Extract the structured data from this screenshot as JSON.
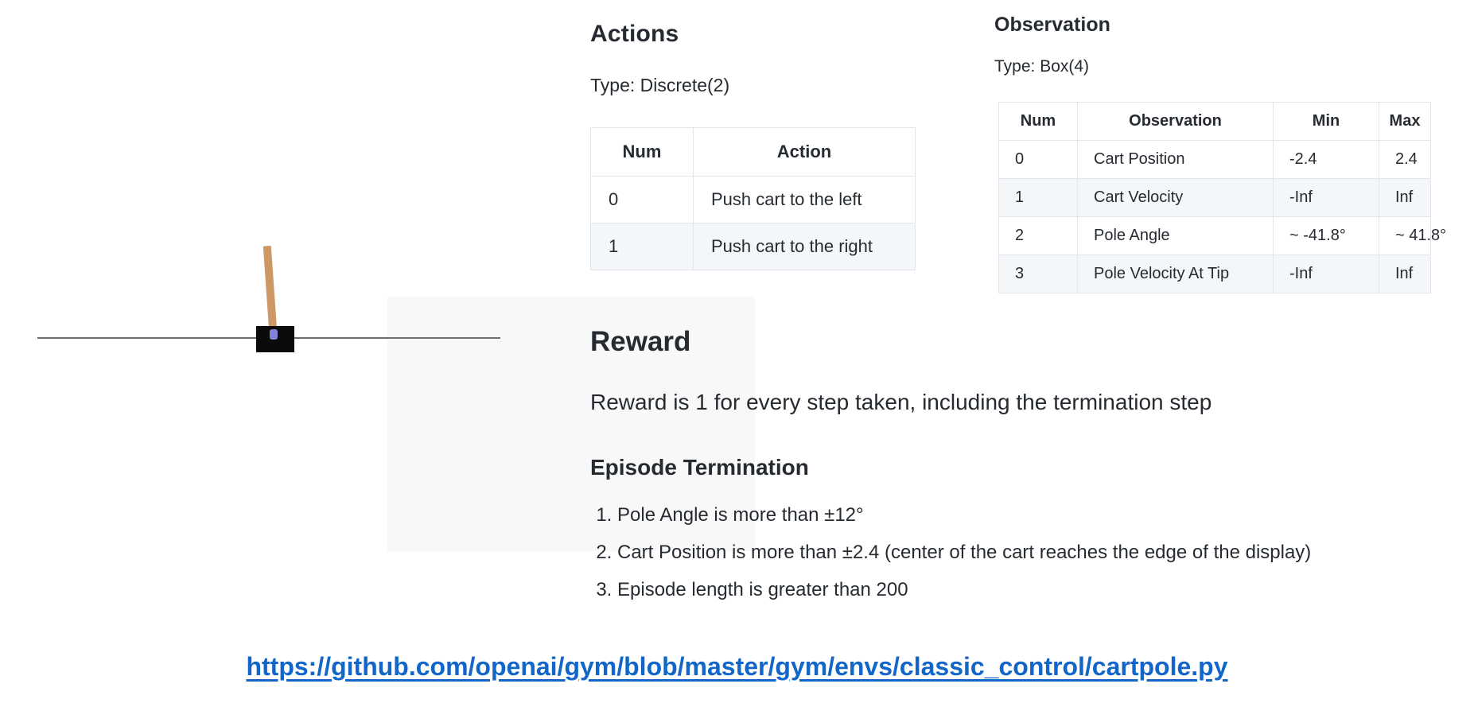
{
  "figure": {
    "description": "CartPole environment render: black cart on a horizontal track with a tan pole tilted slightly left, purple axle at the pivot"
  },
  "actions": {
    "heading": "Actions",
    "type_label": "Type: Discrete(2)",
    "table": {
      "headers": [
        "Num",
        "Action"
      ],
      "rows": [
        [
          "0",
          "Push cart to the left"
        ],
        [
          "1",
          "Push cart to the right"
        ]
      ]
    }
  },
  "observation": {
    "heading": "Observation",
    "type_label": "Type: Box(4)",
    "table": {
      "headers": [
        "Num",
        "Observation",
        "Min",
        "Max"
      ],
      "rows": [
        [
          "0",
          "Cart Position",
          "-2.4",
          "2.4"
        ],
        [
          "1",
          "Cart Velocity",
          "-Inf",
          "Inf"
        ],
        [
          "2",
          "Pole Angle",
          "~ -41.8°",
          "~ 41.8°"
        ],
        [
          "3",
          "Pole Velocity At Tip",
          "-Inf",
          "Inf"
        ]
      ]
    }
  },
  "reward": {
    "heading": "Reward",
    "text": "Reward is 1 for every step taken, including the termination step"
  },
  "episode_termination": {
    "heading": "Episode Termination",
    "items": [
      "Pole Angle is more than ±12°",
      "Cart Position is more than ±2.4 (center of the cart reaches the edge of the display)",
      "Episode length is greater than 200"
    ]
  },
  "source_link": {
    "text": "https://github.com/openai/gym/blob/master/gym/envs/classic_control/cartpole.py",
    "href": "https://github.com/openai/gym/blob/master/gym/envs/classic_control/cartpole.py"
  },
  "colors": {
    "text": "#262b31",
    "link": "#1266c9",
    "pole": "#cc9966",
    "cart": "#0b0b0b",
    "axle": "#8282d8",
    "track": "#6e6e6e",
    "table-border": "#e2e5e9",
    "row-stripe": "#f4f7fa",
    "figure-backdrop": "#f8f8f8"
  }
}
